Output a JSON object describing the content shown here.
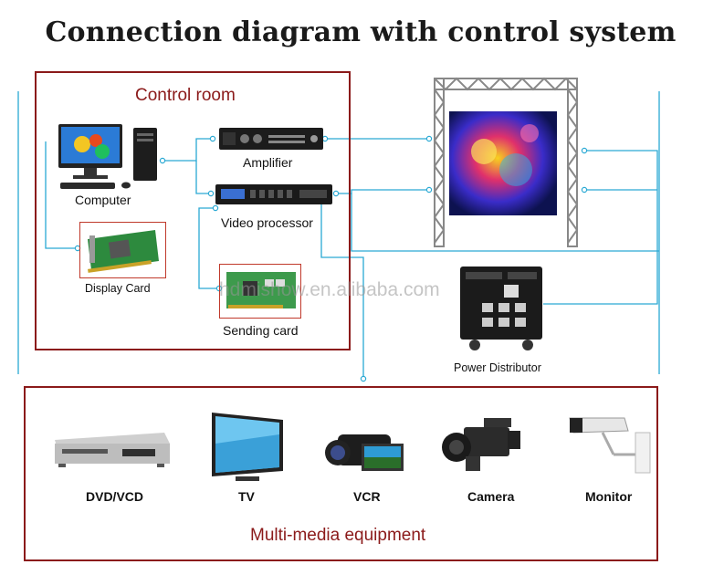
{
  "title": "Connection diagram with control system",
  "control_room": {
    "heading": "Control room",
    "computer_label": "Computer",
    "display_card_label": "Display Card",
    "amplifier_label": "Amplifier",
    "video_processor_label": "Video processor",
    "sending_card_label": "Sending card"
  },
  "power_distributor_label": "Power Distributor",
  "watermark": "hdmishow.en.alibaba.com",
  "multimedia": {
    "heading": "Multi-media equipment",
    "items": [
      "DVD/VCD",
      "TV",
      "VCR",
      "Camera",
      "Monitor"
    ]
  },
  "colors": {
    "frame": "#8b1a1a",
    "wire": "#2aa9d4"
  }
}
